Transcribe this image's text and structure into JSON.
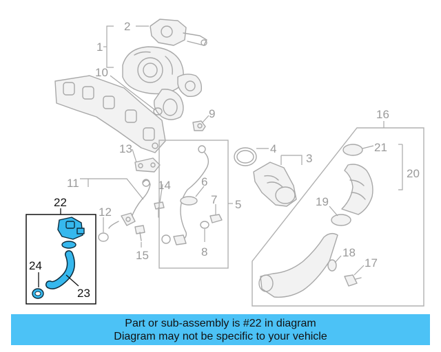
{
  "callouts": {
    "c1": "1",
    "c2": "2",
    "c3": "3",
    "c4": "4",
    "c5": "5",
    "c6": "6",
    "c7": "7",
    "c8": "8",
    "c9": "9",
    "c10": "10",
    "c11": "11",
    "c12": "12",
    "c13": "13",
    "c14": "14",
    "c15": "15",
    "c16": "16",
    "c17": "17",
    "c18": "18",
    "c19": "19",
    "c20": "20",
    "c21": "21",
    "c22": "22",
    "c23": "23",
    "c24": "24"
  },
  "highlight": {
    "part_number": "22",
    "accent_color": "#36b8ee",
    "banner_color": "#4cc2f6"
  },
  "banner": {
    "line1": "Part or sub-assembly is #22 in diagram",
    "line2": "Diagram may not be specific to your vehicle"
  }
}
